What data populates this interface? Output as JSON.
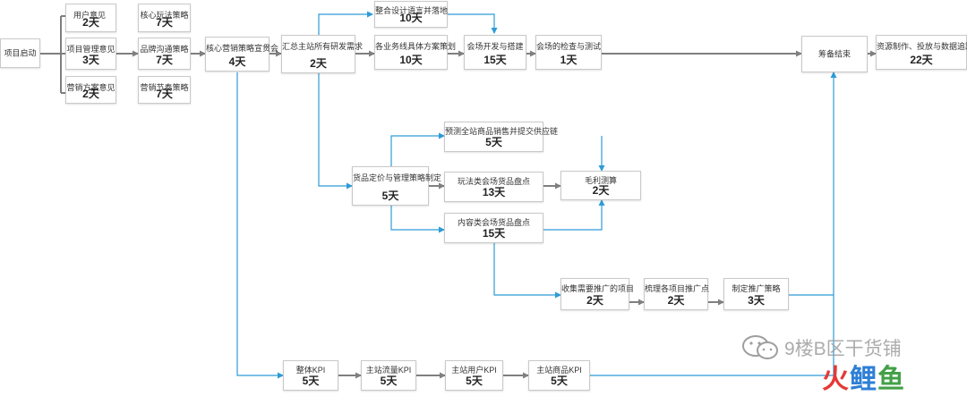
{
  "colors": {
    "main_arrow": "#7f7f7f",
    "branch_arrow": "#2e9bd6",
    "box_border": "#c9c9c9"
  },
  "nodes": {
    "start": {
      "label": "项目启动"
    },
    "user_op": {
      "label": "用户意见",
      "duration": "2天"
    },
    "proj_op": {
      "label": "项目管理意见",
      "duration": "3天"
    },
    "mkt_op": {
      "label": "营销方案意见",
      "duration": "2天"
    },
    "core_play": {
      "label": "核心玩法策略",
      "duration": "7天"
    },
    "brand": {
      "label": "品牌沟通策略",
      "duration": "7天"
    },
    "rhythm": {
      "label": "营销节奏策略",
      "duration": "7天"
    },
    "core_mkt": {
      "label": "核心营销策略宣贯会",
      "duration": "4天"
    },
    "summary": {
      "label": "汇总主站所有研发需求",
      "duration": "2天"
    },
    "design_lang": {
      "label": "整合设计语言并落地",
      "duration": "10天"
    },
    "biz_plan": {
      "label": "各业务线具体方案策划",
      "duration": "10天"
    },
    "venue_dev": {
      "label": "会场开发与搭建",
      "duration": "15天"
    },
    "venue_check": {
      "label": "会场的检查与测试",
      "duration": "1天"
    },
    "prep_end": {
      "label": "筹备结束"
    },
    "resource": {
      "label": "资源制作、投放与数据追踪",
      "duration": "22天"
    },
    "forecast": {
      "label": "预测全站商品销售并提交供应链",
      "duration": "5天"
    },
    "pricing": {
      "label": "货品定价与管理策略制定",
      "duration": "5天"
    },
    "play_goods": {
      "label": "玩法类会场货品盘点",
      "duration": "13天"
    },
    "margin": {
      "label": "毛利测算",
      "duration": "2天"
    },
    "content_goods": {
      "label": "内容类会场货品盘点",
      "duration": "15天"
    },
    "collect": {
      "label": "收集需要推广的项目",
      "duration": "2天"
    },
    "sort_points": {
      "label": "梳理各项目推广点",
      "duration": "2天"
    },
    "promo": {
      "label": "制定推广策略",
      "duration": "3天"
    },
    "kpi_total": {
      "label": "整体KPI",
      "duration": "5天"
    },
    "kpi_traffic": {
      "label": "主站流量KPI",
      "duration": "5天"
    },
    "kpi_user": {
      "label": "主站用户KPI",
      "duration": "5天"
    },
    "kpi_goods": {
      "label": "主站商品KPI",
      "duration": "5天"
    }
  },
  "watermark": {
    "text": "9楼B区干货铺",
    "logo_1": "火",
    "logo_2": "鲤",
    "logo_3": "鱼"
  }
}
